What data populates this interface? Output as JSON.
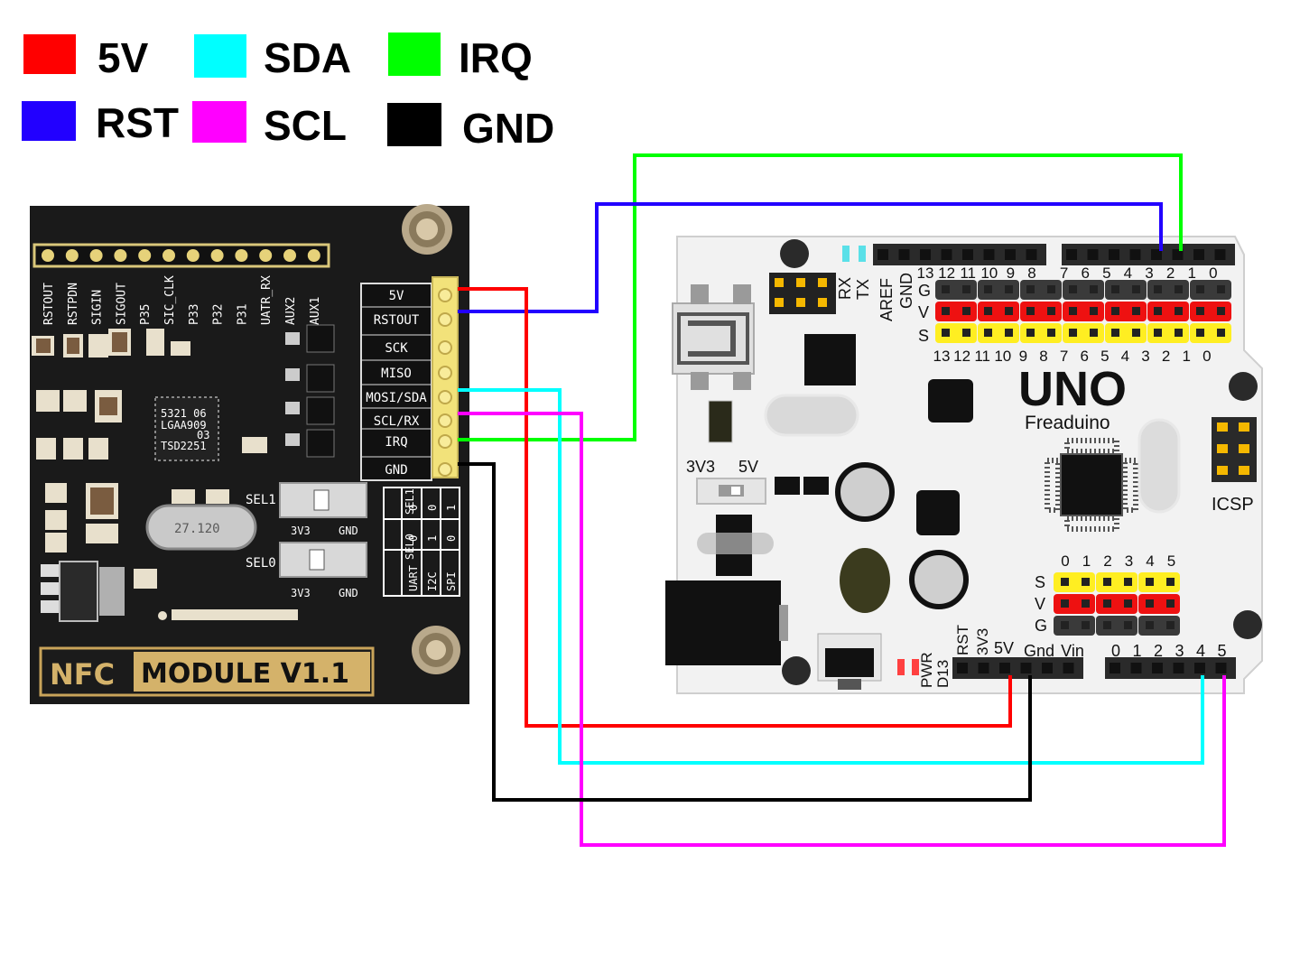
{
  "legend": [
    {
      "label": "5V",
      "color": "#ff0000"
    },
    {
      "label": "SDA",
      "color": "#00ffff"
    },
    {
      "label": "IRQ",
      "color": "#00ff00"
    },
    {
      "label": "RST",
      "color": "#2200ff"
    },
    {
      "label": "SCL",
      "color": "#ff00ff"
    },
    {
      "label": "GND",
      "color": "#000000"
    }
  ],
  "nfc_module": {
    "title_nfc": "NFC",
    "title_module": "MODULE V1.1",
    "top_header_pins": [
      "RSTOUT",
      "RSTPDN",
      "SIGIN",
      "SIGOUT",
      "P35",
      "SIC_CLK",
      "P33",
      "P32",
      "P31",
      "UATR_RX",
      "AUX2",
      "AUX1"
    ],
    "side_pins": [
      "5V",
      "RSTOUT",
      "SCK",
      "MISO",
      "MOSI/SDA",
      "SCL/RX",
      "IRQ",
      "GND"
    ],
    "crystal_label": "27.120",
    "switch_sel1": "SEL1",
    "switch_sel0": "SEL0",
    "switch_3v3": "3V3",
    "switch_gnd": "GND",
    "chip_text": [
      "5321 06",
      "LGAA909",
      "03",
      "TSD2251"
    ],
    "table": {
      "headers": [
        "SEL0",
        "SEL1"
      ],
      "rows": [
        {
          "mode": "UART",
          "sel0": "0",
          "sel1": "0"
        },
        {
          "mode": "I2C",
          "sel0": "1",
          "sel1": "0"
        },
        {
          "mode": "SPI",
          "sel0": "0",
          "sel1": "1"
        }
      ]
    }
  },
  "uno_board": {
    "brand": "UNO",
    "subbrand": "Freaduino",
    "rx": "RX",
    "tx": "TX",
    "aref": "AREF",
    "gnd": "GND",
    "digital_pins_top": [
      "13",
      "12",
      "11",
      "10",
      "9",
      "8",
      "7",
      "6",
      "5",
      "4",
      "3",
      "2",
      "1",
      "0"
    ],
    "digital_pins_bottom": [
      "13",
      "12",
      "11",
      "10",
      "9",
      "8",
      "7",
      "6",
      "5",
      "4",
      "3",
      "2",
      "1",
      "0"
    ],
    "row_labels": [
      "G",
      "V",
      "S"
    ],
    "icsp": "ICSP",
    "voltage_3v3": "3V3",
    "voltage_5v": "5V",
    "analog_pins": [
      "0",
      "1",
      "2",
      "3",
      "4",
      "5"
    ],
    "analog_row_labels": [
      "S",
      "V",
      "G"
    ],
    "power_pins": [
      "PWR",
      "D13",
      "RST",
      "3V3",
      "5V",
      "Gnd",
      "Vin"
    ],
    "bottom_analog": [
      "0",
      "1",
      "2",
      "3",
      "4",
      "5"
    ]
  }
}
